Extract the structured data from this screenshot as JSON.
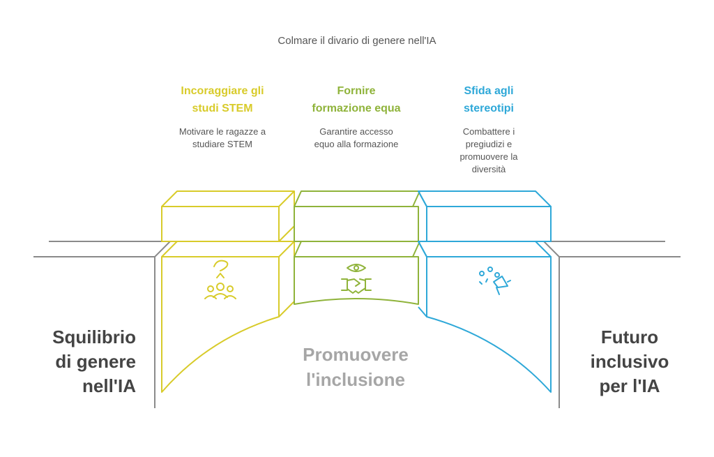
{
  "title": "Colmare il divario di genere nell'IA",
  "left_label": "Squilibrio\ndi genere\nnell'IA",
  "right_label": "Futuro\ninclusivo\nper l'IA",
  "center_label": "Promuovere\nl'inclusione",
  "columns": [
    {
      "title": "Incoraggiare gli\nstudi STEM",
      "description": "Motivare le ragazze a\nstudiare STEM",
      "icon": "students-group-icon",
      "color": "#d8cb2a"
    },
    {
      "title": "Fornire\nformazione equa",
      "description": "Garantire accesso\nequo alla formazione",
      "icon": "handshake-eye-icon",
      "color": "#8fb33a"
    },
    {
      "title": "Sfida agli\nstereotipi",
      "description": "Combattere i\npregiudizi e\npromuovere la\ndiversità",
      "icon": "megaphone-people-icon",
      "color": "#2ea8d8"
    }
  ]
}
